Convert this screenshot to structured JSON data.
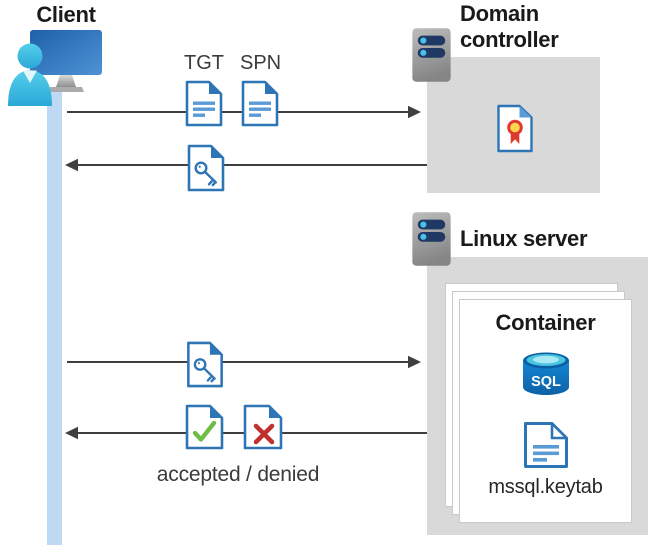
{
  "client": {
    "label": "Client"
  },
  "domain_controller": {
    "title": "Domain controller"
  },
  "linux_server": {
    "title": "Linux server"
  },
  "container": {
    "title": "Container",
    "sql_label": "SQL",
    "keytab_label": "mssql.keytab"
  },
  "flow": {
    "tgt_label": "TGT",
    "spn_label": "SPN",
    "result_label": "accepted / denied"
  },
  "icons": {
    "client": "person-at-monitor-icon",
    "domain_controller": "server-icon",
    "linux_server": "server-icon",
    "certificate": "certificate-document-icon",
    "tgt": "text-document-icon",
    "spn": "text-document-icon",
    "ticket": "key-document-icon",
    "accepted": "check-document-icon",
    "denied": "cross-document-icon",
    "sql": "sql-database-icon",
    "keytab": "text-document-icon"
  },
  "colors": {
    "doc-blue": "#2E75B6",
    "line-blue": "#5B9BD5",
    "fold-blue": "#5B9BD5",
    "check-green": "#6CBE45",
    "cross-red": "#C0312D",
    "seal-gold": "#FFD34D",
    "seal-red": "#DD3B2F",
    "server-navy": "#1F3864",
    "dot-cyan": "#45C2E8",
    "lifeline-blue": "#BFD9F4",
    "panel-gray": "#D9D9D9",
    "arrow-gray": "#3F3F3F",
    "sql-body-blue": "#1173BC",
    "sql-top-cyan": "#4AC6E0",
    "title-black": "#1A1A1A",
    "label-gray": "#3B3B3B"
  }
}
